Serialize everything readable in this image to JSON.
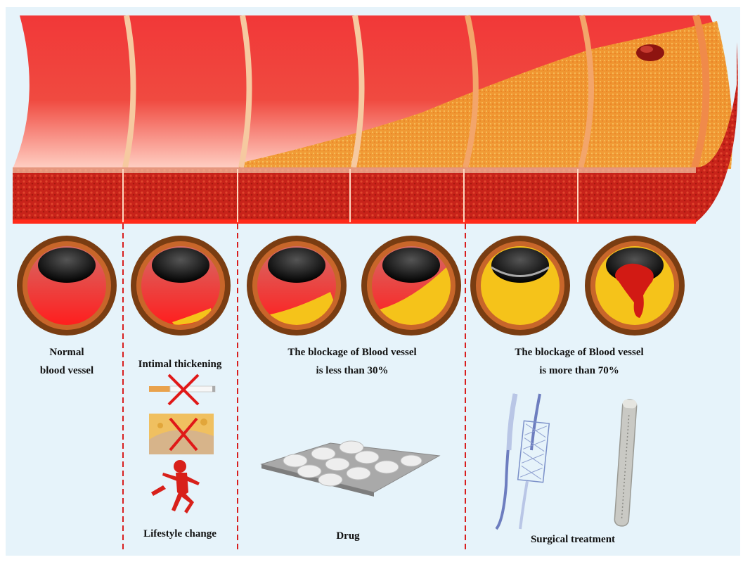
{
  "stages": [
    {
      "id": "normal",
      "label_line1": "Normal",
      "label_line2": "blood vessel",
      "plaque_level": 0.0
    },
    {
      "id": "intimal",
      "label": "Intimal thickening",
      "plaque_level": 0.1
    },
    {
      "id": "mild",
      "label_line1": "The blockage of Blood vessel",
      "label_line2": "is less than 30%",
      "plaque_levels": [
        0.2,
        0.45
      ]
    },
    {
      "id": "severe",
      "label_line1": "The blockage of Blood vessel",
      "label_line2": "is more than 70%",
      "plaque_levels": [
        0.7,
        0.75
      ]
    }
  ],
  "treatments": {
    "lifestyle": "Lifestyle change",
    "drug": "Drug",
    "surgical": "Surgical treatment"
  },
  "icons": [
    "cigarette-icon",
    "cheese-icon",
    "running-person-icon",
    "pill-blister-icon",
    "stent-catheter-icon",
    "balloon-tube-icon"
  ],
  "colors": {
    "background": "#e6f3fa",
    "vessel_red": "#ee2a2a",
    "vessel_wall": "#d9271c",
    "plaque": "#f5c31a",
    "divider": "#d81e1e",
    "ring_outer": "#7a3d12",
    "ring_inner": "#c8662a"
  }
}
